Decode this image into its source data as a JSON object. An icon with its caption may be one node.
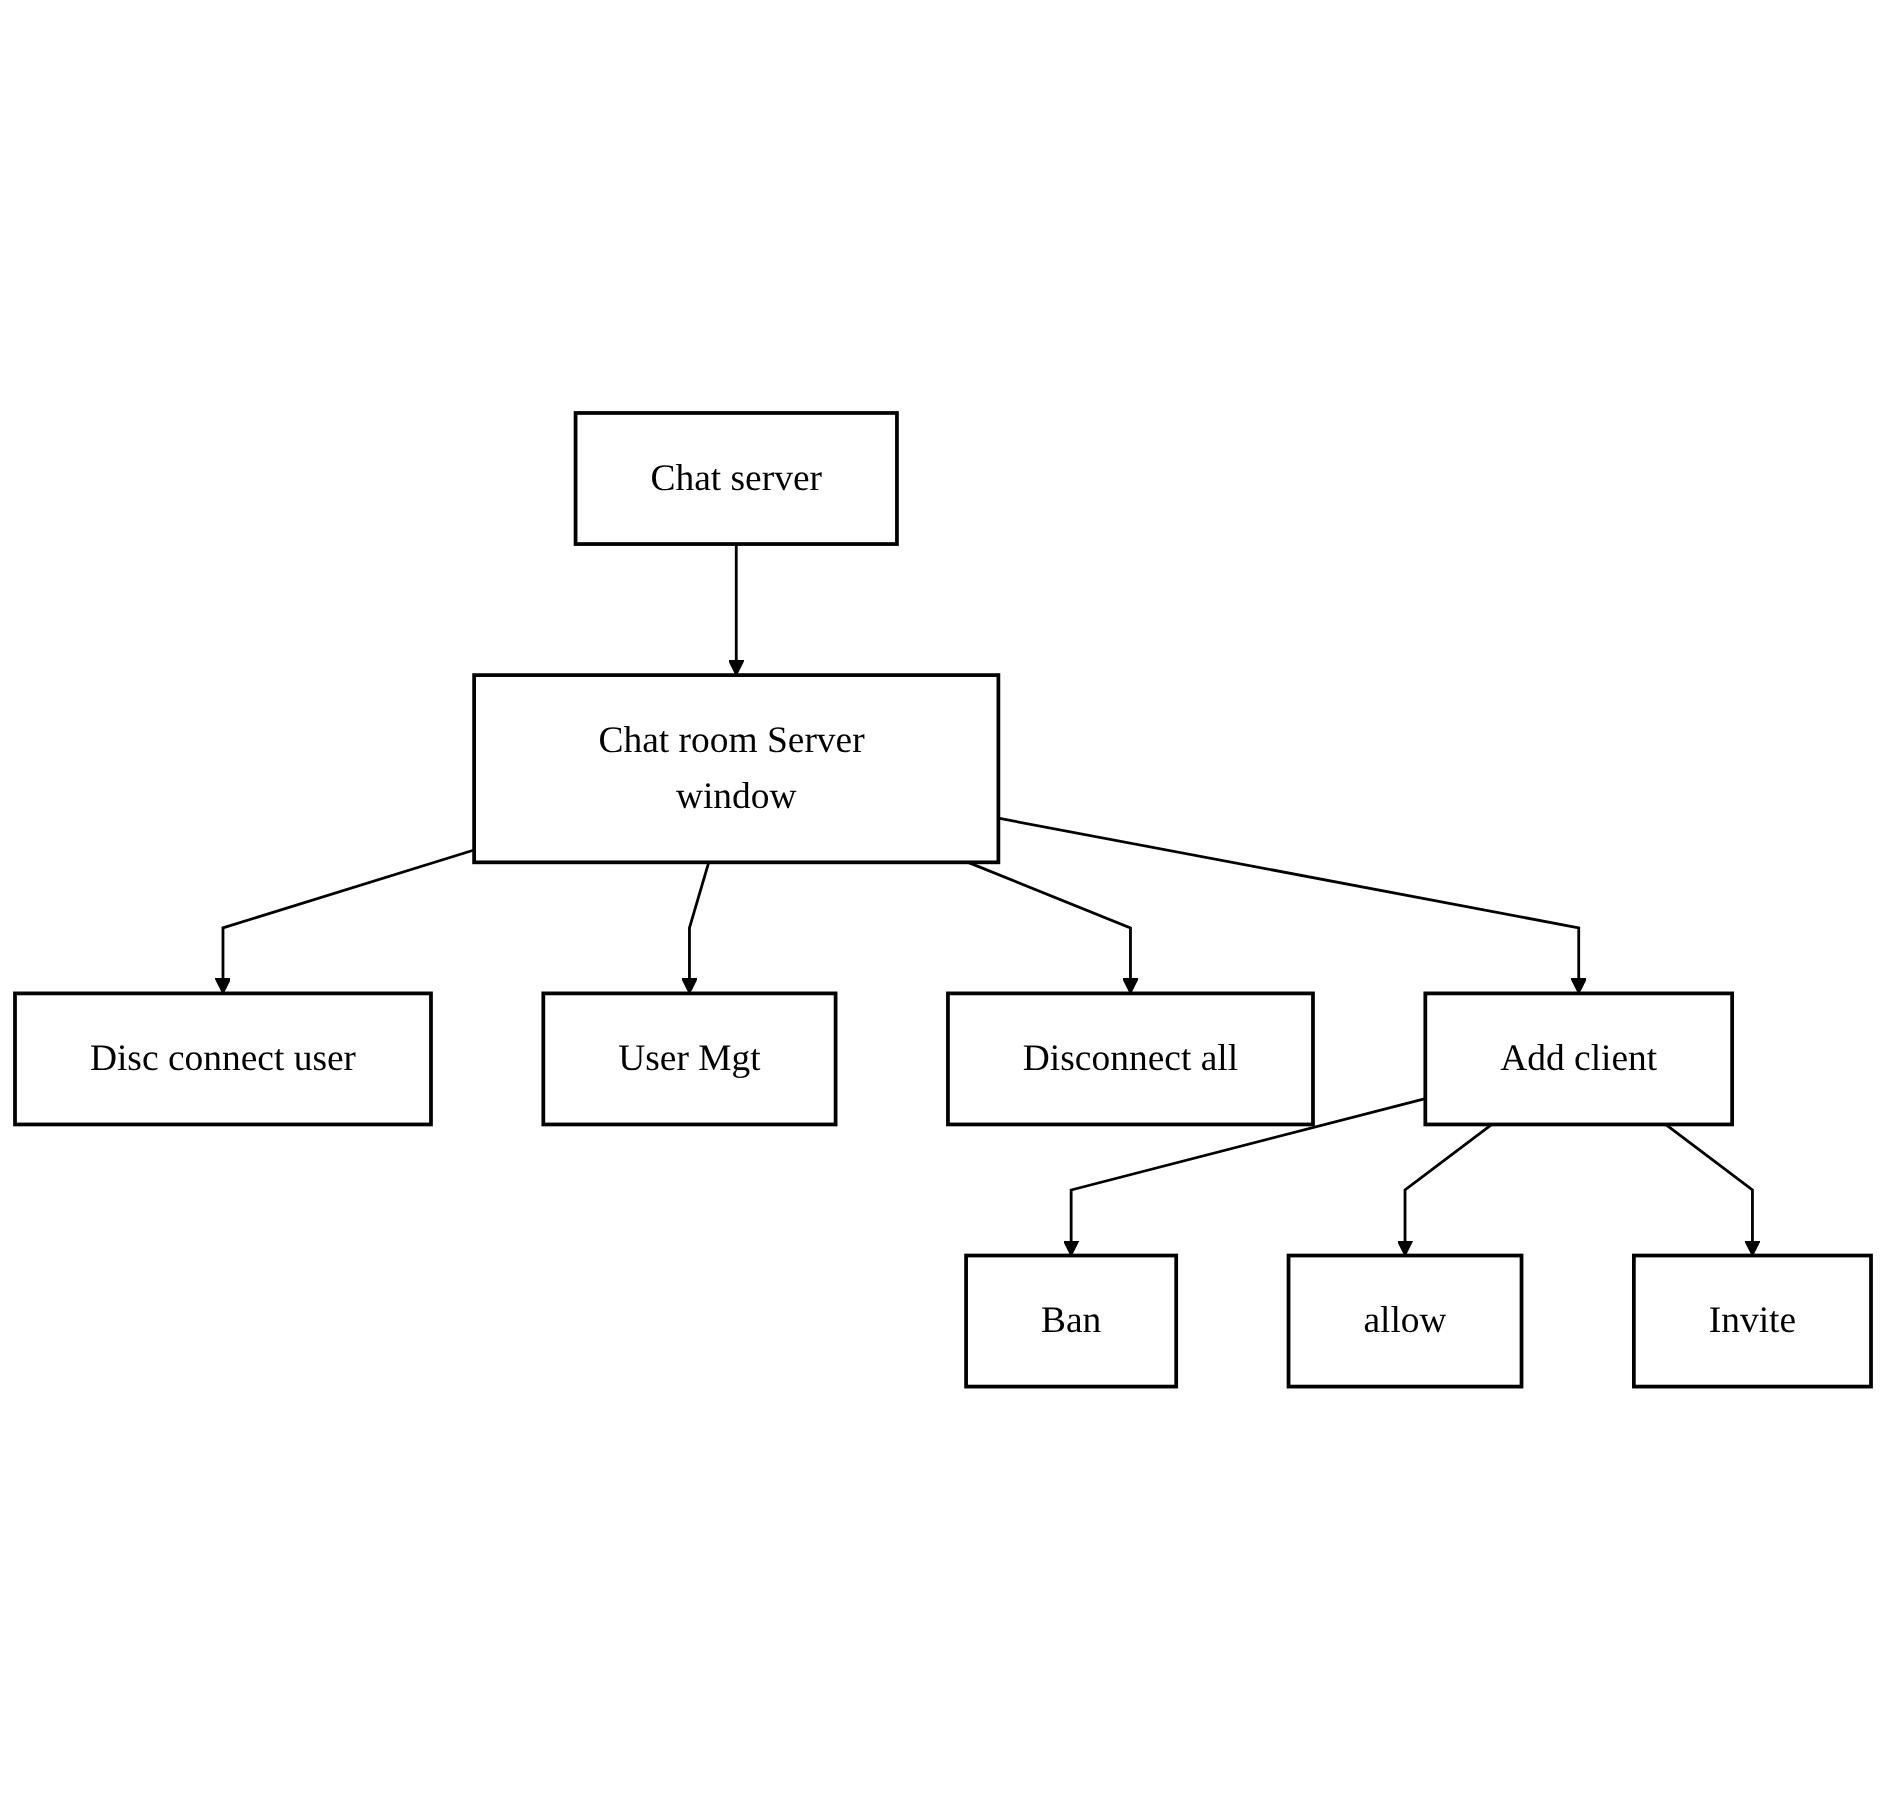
{
  "diagram": {
    "nodes": [
      {
        "text": [
          "Disc connect user"
        ]
      },
      {
        "text": [
          "Chat server"
        ]
      },
      {
        "text": [
          "Chat room Server window"
        ]
      },
      {
        "text": [
          "User Mgt"
        ]
      },
      {
        "text": [
          "Disconnect all"
        ]
      },
      {
        "text": [
          "Ban"
        ]
      },
      {
        "text": [
          "Add client"
        ]
      },
      {
        "text": [
          "allow"
        ]
      },
      {
        "text": [
          "Invite"
        ]
      }
    ],
    "edges": [
      {
        "from": 1,
        "to": 2,
        "arrow": "to"
      },
      {
        "from": 2,
        "to": 0,
        "arrow": "to"
      },
      {
        "from": 2,
        "to": 3,
        "arrow": "to"
      },
      {
        "from": 2,
        "to": 4,
        "arrow": "to"
      },
      {
        "from": 2,
        "to": 6,
        "arrow": "to"
      },
      {
        "from": 6,
        "to": 5,
        "arrow": "to"
      },
      {
        "from": 6,
        "to": 7,
        "arrow": "to"
      },
      {
        "from": 6,
        "to": 8,
        "arrow": "to"
      }
    ]
  }
}
